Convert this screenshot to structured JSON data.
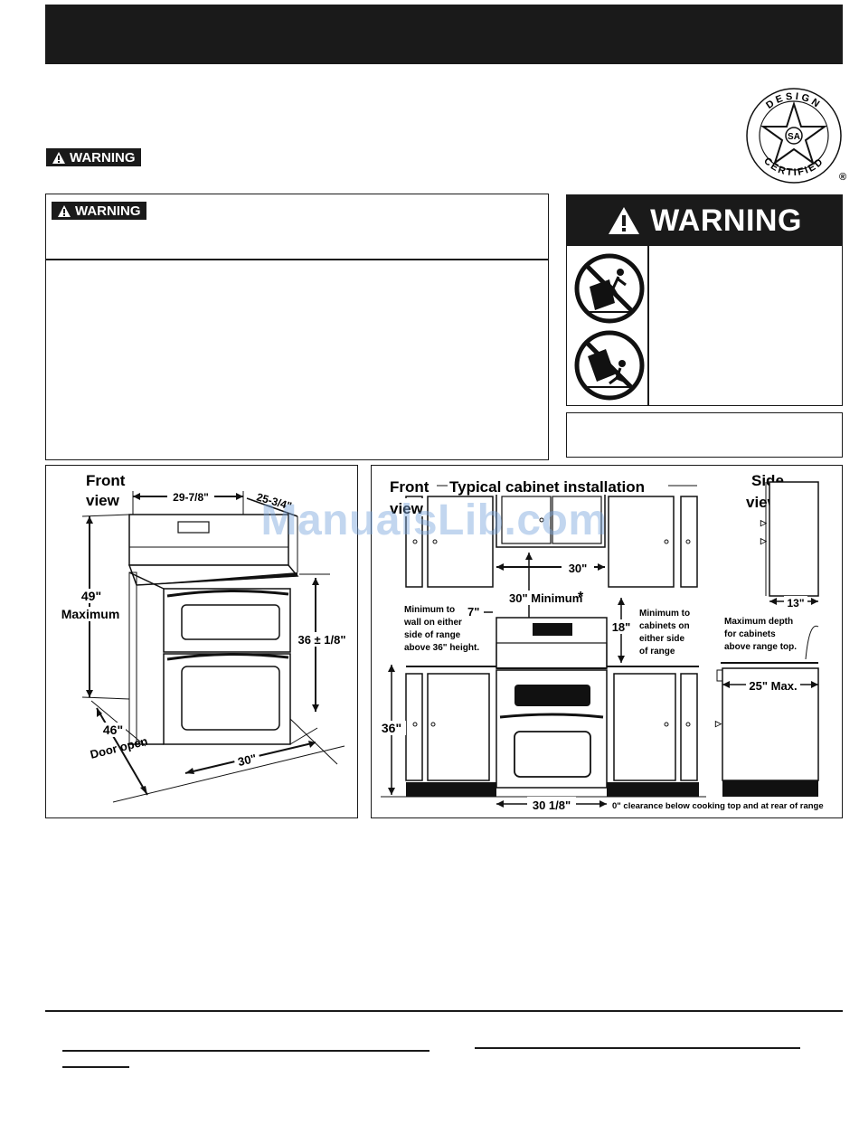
{
  "header": {
    "banner_color": "#1a1a1a"
  },
  "certification": {
    "ring_top": "DESIGN",
    "ring_bottom": "CERTIFIED",
    "registered": "®",
    "icon": "star-seal-icon"
  },
  "warning": {
    "label": "WARNING",
    "icon": "warning-triangle-icon"
  },
  "anti_tip": {
    "title": "WARNING",
    "icons": [
      "no-climbing-icon",
      "tip-over-icon"
    ]
  },
  "front_view": {
    "title_line1": "Front",
    "title_line2": "view",
    "width_dim": "29-7/8\"",
    "depth_dim": "25-3/4\"",
    "height_max": "49\"",
    "height_max_label": "Maximum",
    "counter_height": "36 ± 1/8\"",
    "door_open_dim": "46\"",
    "door_open_label": "Door open",
    "floor_width": "30\""
  },
  "cabinet": {
    "front_title_line1": "Front",
    "front_title_line2": "view",
    "title": "Typical cabinet installation",
    "upper_gap": "30\"",
    "minimum_gap": "30\" Minimum",
    "asterisk": "*",
    "wall_note": [
      "Minimum to",
      "wall on either",
      "side of range",
      "above 36\" height."
    ],
    "wall_dim": "7\"",
    "upper_height": "18\"",
    "cabinet_note": [
      "Minimum to",
      "cabinets on",
      "either side",
      "of range"
    ],
    "counter_height": "36\"",
    "cutout_width": "30 1/8\"",
    "clearance_note": "0\" clearance below cooking top and at rear of range",
    "side_title_line1": "Side",
    "side_title_line2": "view",
    "side_depth": "13\"",
    "depth_note": [
      "Maximum depth",
      "for cabinets",
      "above range top."
    ],
    "max_depth": "25\" Max."
  },
  "watermark": "ManualsLib.com"
}
